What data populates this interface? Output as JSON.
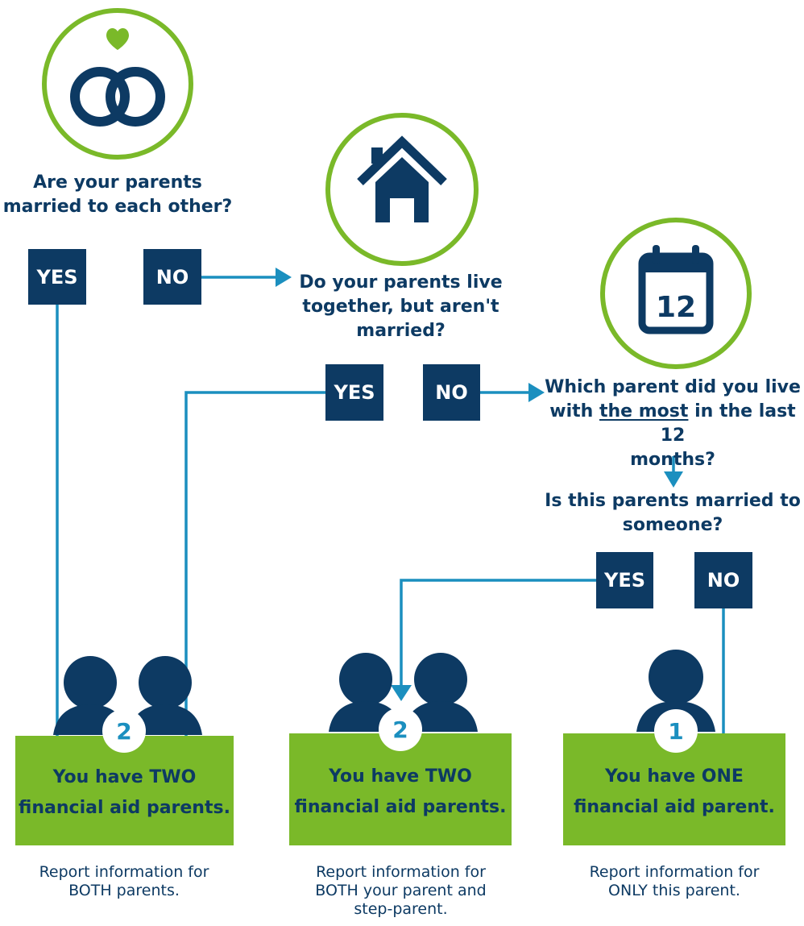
{
  "q1": {
    "line1": "Are your parents",
    "line2": "married to each other?"
  },
  "q2": {
    "line1": "Do your parents live",
    "line2": "together, but aren't",
    "line3": "married?"
  },
  "q3": {
    "line1": "Which parent did you live",
    "pre": "with ",
    "emph": "the most",
    "post": " in the last 12",
    "line3": "months?"
  },
  "q4": {
    "line1": "Is this parents married to",
    "line2": "someone?"
  },
  "answers": {
    "yes": "YES",
    "no": "NO"
  },
  "calendar_number": "12",
  "results": [
    {
      "badge": "2",
      "line1": "You have TWO",
      "line2": "financial aid parents.",
      "note1": "Report information for",
      "note2": "BOTH parents.",
      "note3": ""
    },
    {
      "badge": "2",
      "line1": "You have TWO",
      "line2": "financial aid parents.",
      "note1": "Report information for",
      "note2": "BOTH your parent and",
      "note3": "step-parent."
    },
    {
      "badge": "1",
      "line1": "You have ONE",
      "line2": "financial aid parent.",
      "note1": "Report information for",
      "note2": "ONLY this parent.",
      "note3": ""
    }
  ],
  "icons": [
    "rings-heart-icon",
    "house-icon",
    "calendar-icon",
    "two-people-icon",
    "one-person-icon"
  ],
  "colors": {
    "navy": "#0d3a63",
    "green": "#7ab929",
    "teal": "#1b8fbf",
    "white": "#ffffff"
  }
}
